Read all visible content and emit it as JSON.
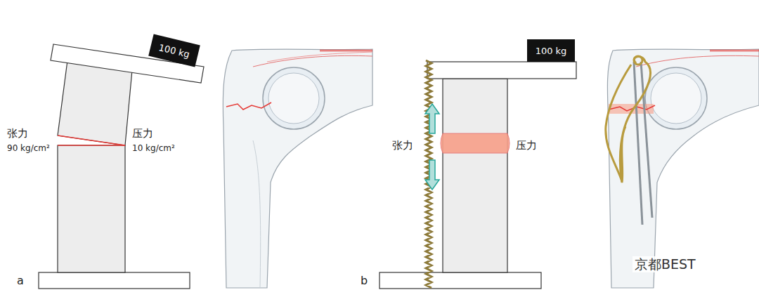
{
  "diagram": {
    "nodes": [
      {
        "text": [
          "100 kg"
        ]
      },
      {
        "text": [
          "100 kg"
        ]
      }
    ],
    "labels": [
      "张力",
      "90 kg/cm²",
      "压力",
      "10 kg/cm²",
      "张力",
      "压力",
      "a",
      "b",
      "京都BEST"
    ]
  }
}
